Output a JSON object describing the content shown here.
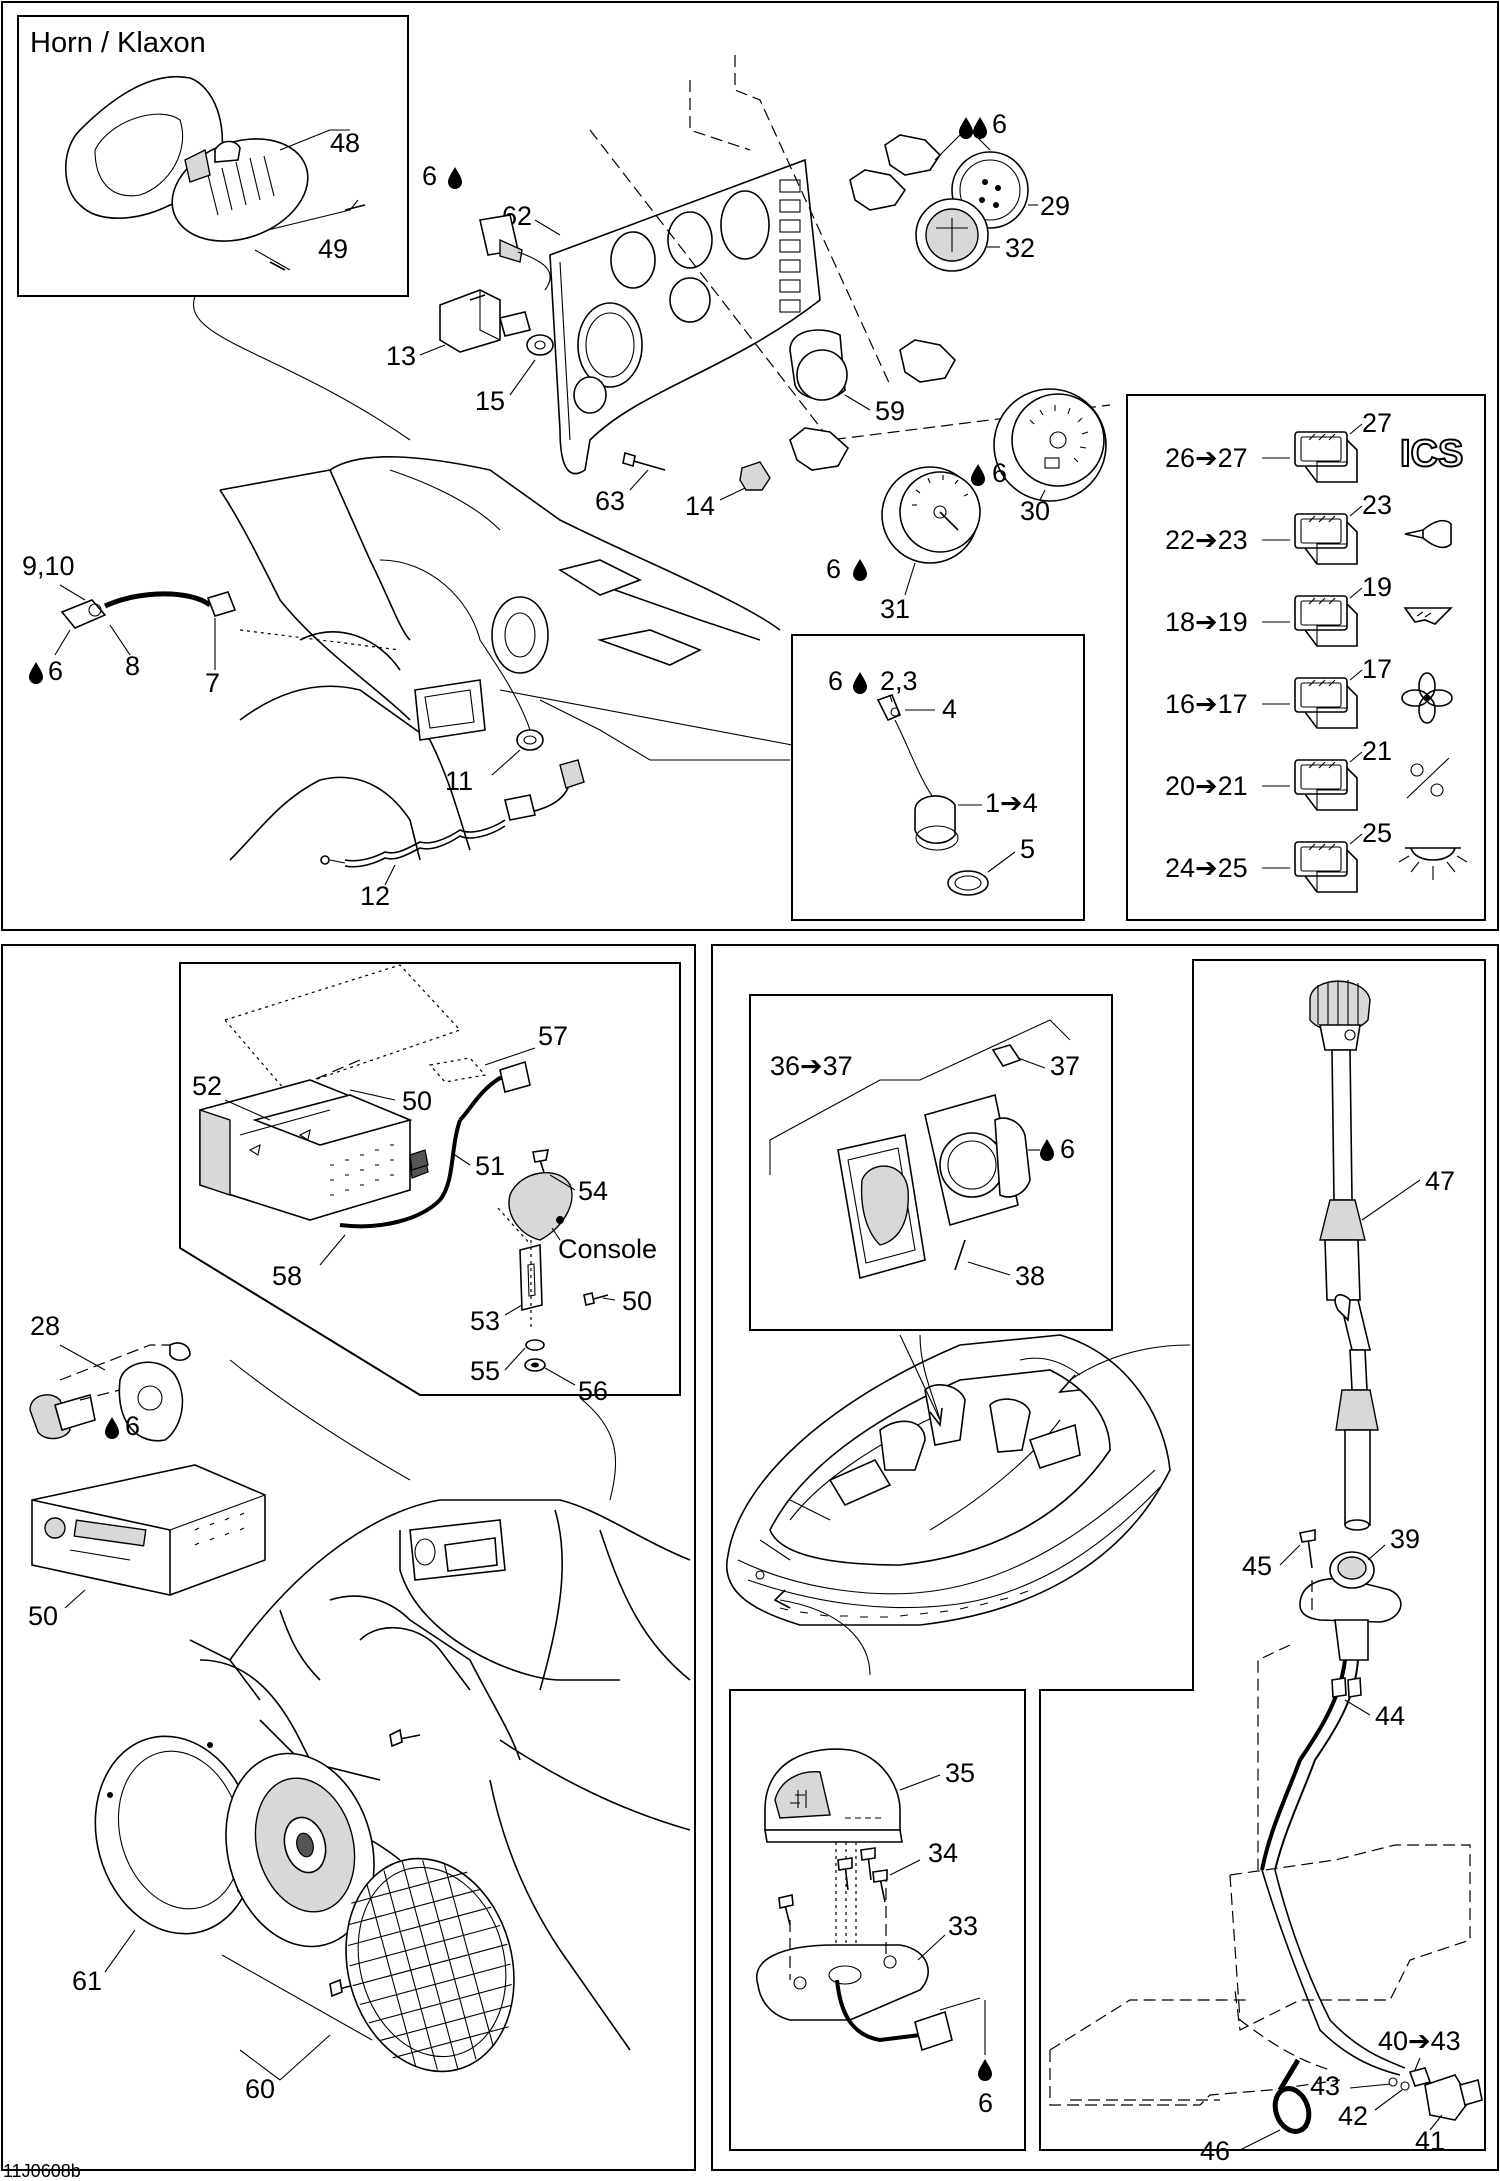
{
  "drawing_code": "11J0608b",
  "horn_title": "Horn  / Klaxon",
  "console_label": "Console",
  "ics_label": "ICS",
  "labels": {
    "p48": "48",
    "p49": "49",
    "p62": "62",
    "p13": "13",
    "p15": "15",
    "p63": "63",
    "p14": "14",
    "p59": "59",
    "p29": "29",
    "p32": "32",
    "p30": "30",
    "p31": "31",
    "p9_10": "9,10",
    "p8": "8",
    "p7": "7",
    "p11": "11",
    "p12": "12",
    "p2_3": "2,3",
    "p4": "4",
    "p1_4": "1➔4",
    "p5": "5",
    "p52": "52",
    "p50a": "50",
    "p57": "57",
    "p51": "51",
    "p54": "54",
    "p58": "58",
    "p53": "53",
    "p50b": "50",
    "p55": "55",
    "p56": "56",
    "p28": "28",
    "p50c": "50",
    "p61": "61",
    "p60": "60",
    "p36_37": "36➔37",
    "p37": "37",
    "p38": "38",
    "p47": "47",
    "p39": "39",
    "p45": "45",
    "p44": "44",
    "p35": "35",
    "p34": "34",
    "p33": "33",
    "p40_43": "40➔43",
    "p43": "43",
    "p42": "42",
    "p41": "41",
    "p46": "46"
  },
  "oil_marks": {
    "o_horn": "6",
    "o_gauges": "6",
    "o_30": "6",
    "o_31": "6",
    "o_9": "6",
    "o_inset": "6",
    "o_28": "6",
    "o_37": "6",
    "o_33": "6",
    "o_41": "6"
  },
  "switches": [
    {
      "ref": "26➔27",
      "part": "27",
      "symbol": "ics"
    },
    {
      "ref": "22➔23",
      "part": "23",
      "symbol": "horn-icon"
    },
    {
      "ref": "18➔19",
      "part": "19",
      "symbol": "trim-icon"
    },
    {
      "ref": "16➔17",
      "part": "17",
      "symbol": "blower-icon"
    },
    {
      "ref": "20➔21",
      "part": "21",
      "symbol": "nav-light-icon"
    },
    {
      "ref": "24➔25",
      "part": "25",
      "symbol": "courtesy-light-icon"
    }
  ]
}
